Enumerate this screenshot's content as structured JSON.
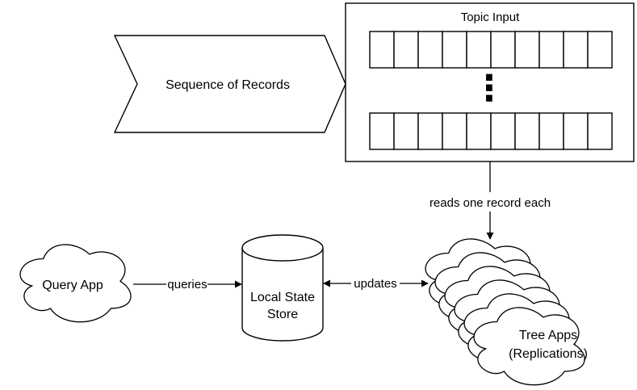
{
  "diagram": {
    "sequence_label": "Sequence of Records",
    "topic_title": "Topic Input",
    "ellipsis": "⋮",
    "reads_label": "reads one record each",
    "query_app_label": "Query App",
    "queries_label": "queries",
    "store_label_line1": "Local State",
    "store_label_line2": "Store",
    "updates_label": "updates",
    "tree_label_line1": "Tree Apps",
    "tree_label_line2": "(Replications)"
  },
  "colors": {
    "stroke": "#000000",
    "fill": "#ffffff"
  }
}
